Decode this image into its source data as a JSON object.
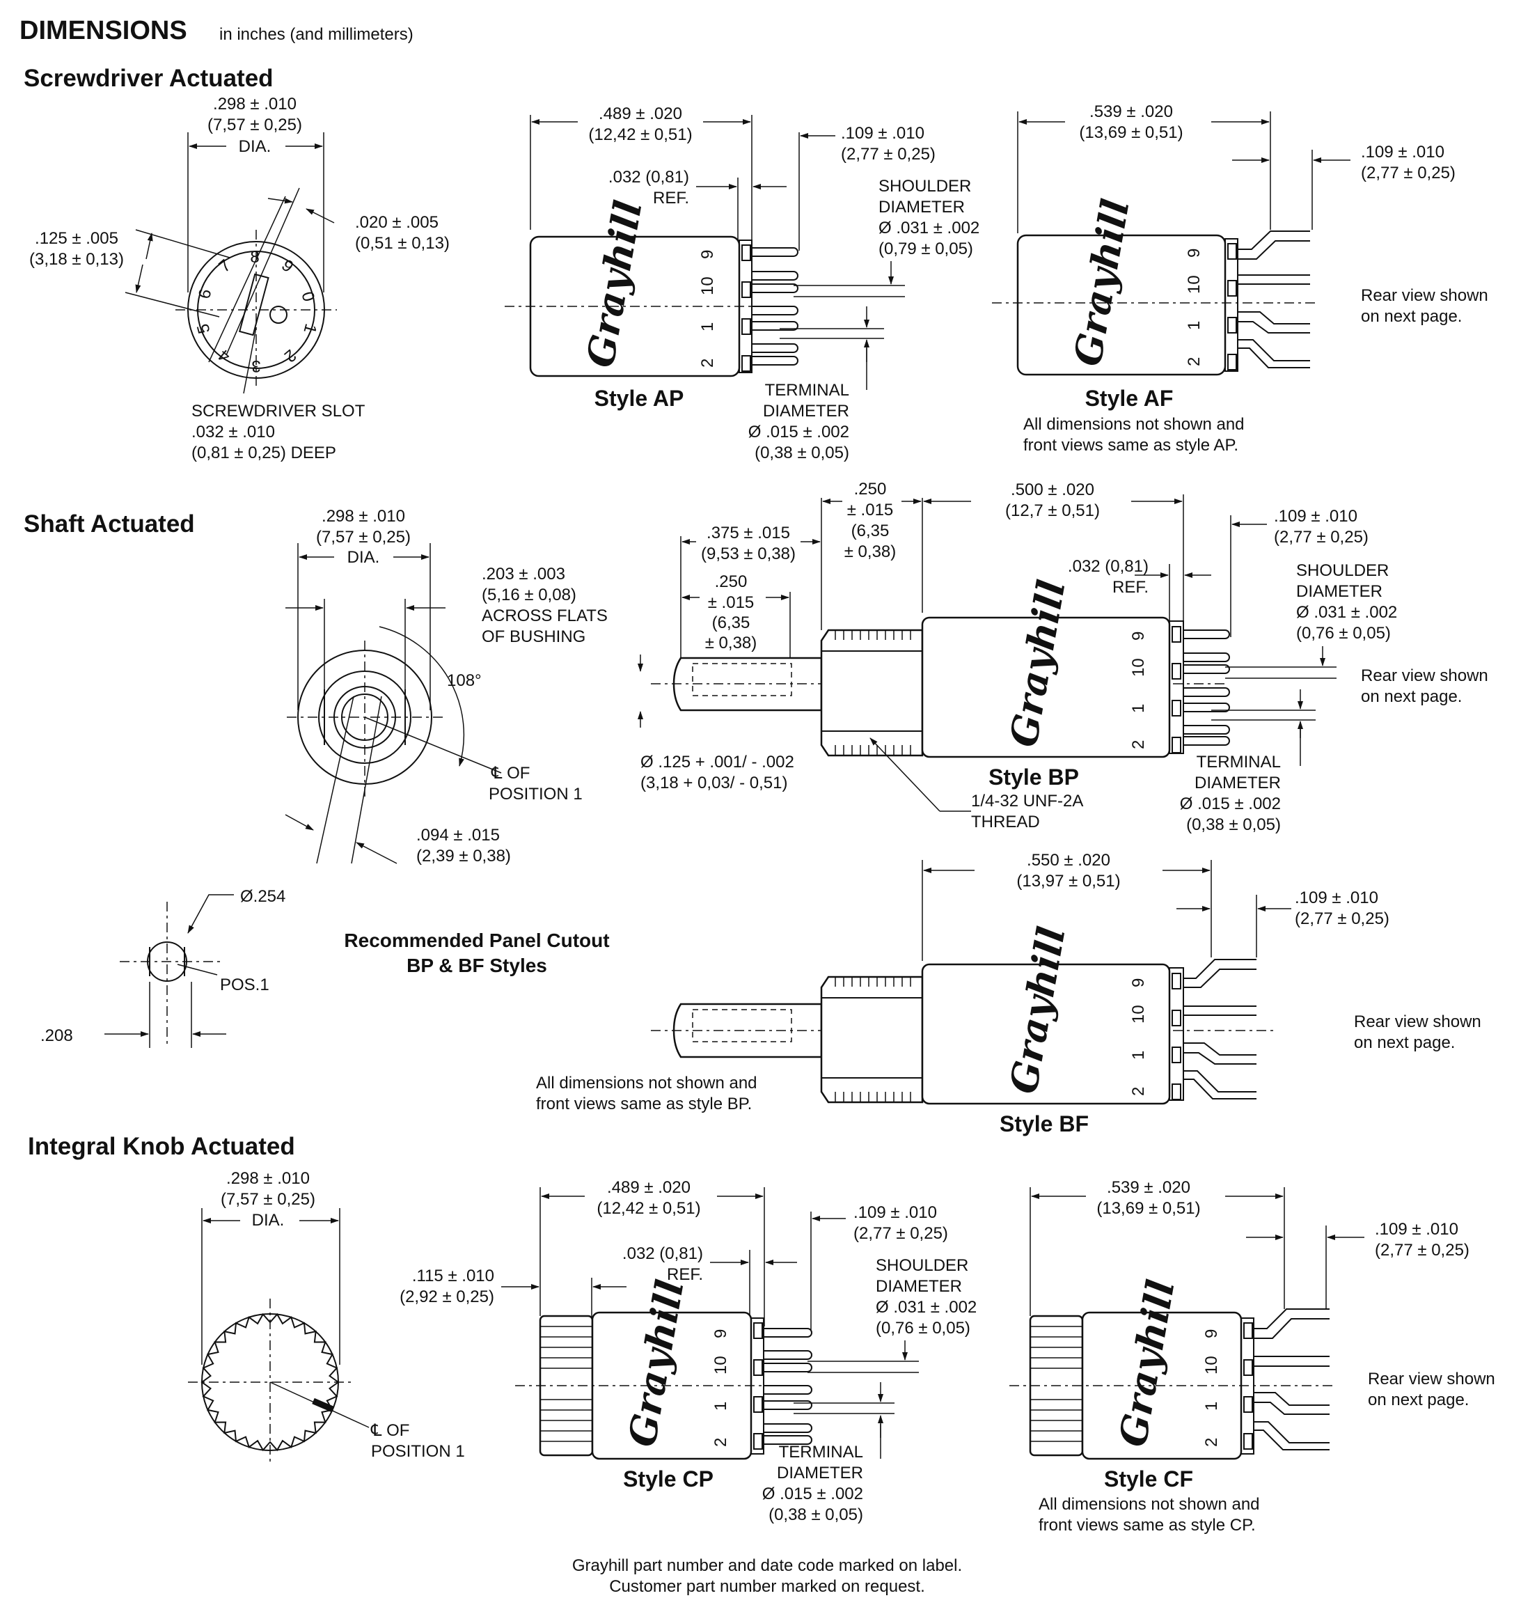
{
  "header": {
    "title": "DIMENSIONS",
    "subtitle": "in inches (and millimeters)"
  },
  "sections": {
    "screwdriver": "Screwdriver Actuated",
    "shaft": "Shaft Actuated",
    "knob": "Integral Knob Actuated"
  },
  "styles": {
    "ap": "Style AP",
    "af": "Style AF",
    "bp": "Style BP",
    "bf": "Style BF",
    "cp": "Style CP",
    "cf": "Style CF"
  },
  "brand": "Grayhill",
  "pins": [
    "9",
    "10",
    "1",
    "2"
  ],
  "dial_numbers": [
    "8",
    "9",
    "0",
    "1",
    "2",
    "3",
    "4",
    "5",
    "6",
    "7"
  ],
  "common": {
    "rear_view_1": "Rear view shown",
    "rear_view_2": "on next page.",
    "dia": "DIA.",
    "shoulder": "SHOULDER",
    "diameter": "DIAMETER",
    "terminal": "TERMINAL",
    "ref": "REF.",
    "cl_of": "℄ OF",
    "position_1": "POSITION 1"
  },
  "dims": {
    "d298": ".298 ± .010",
    "d298mm": "(7,57 ± 0,25)",
    "d020": ".020 ± .005",
    "d020mm": "(0,51 ± 0,13)",
    "d125": ".125 ± .005",
    "d125mm": "(3,18 ± 0,13)",
    "d489": ".489 ± .020",
    "d489mm": "(12,42 ± 0,51)",
    "d032": ".032 (0,81)",
    "d109": ".109 ± .010",
    "d109mm": "(2,77 ± 0,25)",
    "shoulder_ap": "Ø .031 ± .002",
    "shoulder_ap_mm": "(0,79 ± 0,05)",
    "terminal_d": "Ø .015 ± .002",
    "terminal_mm": "(0,38 ± 0,05)",
    "d539": ".539 ± .020",
    "d539mm": "(13,69 ± 0,51)",
    "shoulder_bp_mm": "(0,76 ± 0,05)",
    "d203": ".203 ± .003",
    "d203mm": "(5,16 ± 0,08)",
    "flats_1": "ACROSS FLATS",
    "flats_2": "OF BUSHING",
    "angle": "108°",
    "d094": ".094 ± .015",
    "d094mm": "(2,39 ± 0,38)",
    "d375": ".375 ± .015",
    "d375mm": "(9,53 ± 0,38)",
    "d250": ".250",
    "d250tol": "± .015",
    "d250mm": "(6,35",
    "d250mmtol": "± 0,38)",
    "d500": ".500 ± .020",
    "d500mm": "(12,7 ± 0,51)",
    "shaft_d": "Ø .125 + .001/ - .002",
    "shaft_mm": "(3,18 + 0,03/ - 0,51)",
    "thread_1": "1/4-32 UNF-2A",
    "thread_2": "THREAD",
    "d550": ".550 ± .020",
    "d550mm": "(13,97 ± 0,51)",
    "cut_254": "Ø.254",
    "cut_208": ".208",
    "pos1": "POS.1",
    "d115": ".115 ± .010",
    "d115mm": "(2,92 ± 0,25)"
  },
  "notes": {
    "slot_1": "SCREWDRIVER SLOT",
    "slot_2": ".032 ± .010",
    "slot_3": "(0,81 ± 0,25) DEEP",
    "af_1": "All dimensions not shown and",
    "af_2": "front views same as style AP.",
    "bf_1": "All dimensions not shown and",
    "bf_2": "front views same as style BP.",
    "cf_1": "All dimensions not shown and",
    "cf_2": "front views same as style CP.",
    "panel_1": "Recommended Panel Cutout",
    "panel_2": "BP & BF Styles",
    "footer_1": "Grayhill part number and date code marked on label.",
    "footer_2": "Customer part number marked on request."
  }
}
